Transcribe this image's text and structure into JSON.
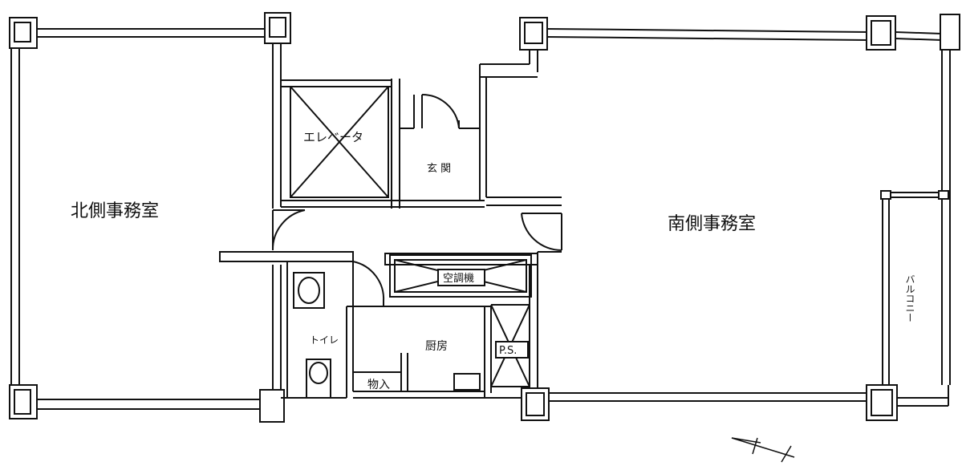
{
  "plan": {
    "rooms": {
      "north_office": "北側事務室",
      "south_office": "南側事務室",
      "elevator": "エレベータ",
      "entrance": "玄 関",
      "toilet": "トイレ",
      "kitchen": "厨房",
      "storage": "物入",
      "air_conditioner": "空調機",
      "pipe_shaft": "P.S.",
      "balcony": "バルコニー"
    },
    "colors": {
      "line": "#111111",
      "paper": "#ffffff"
    }
  }
}
